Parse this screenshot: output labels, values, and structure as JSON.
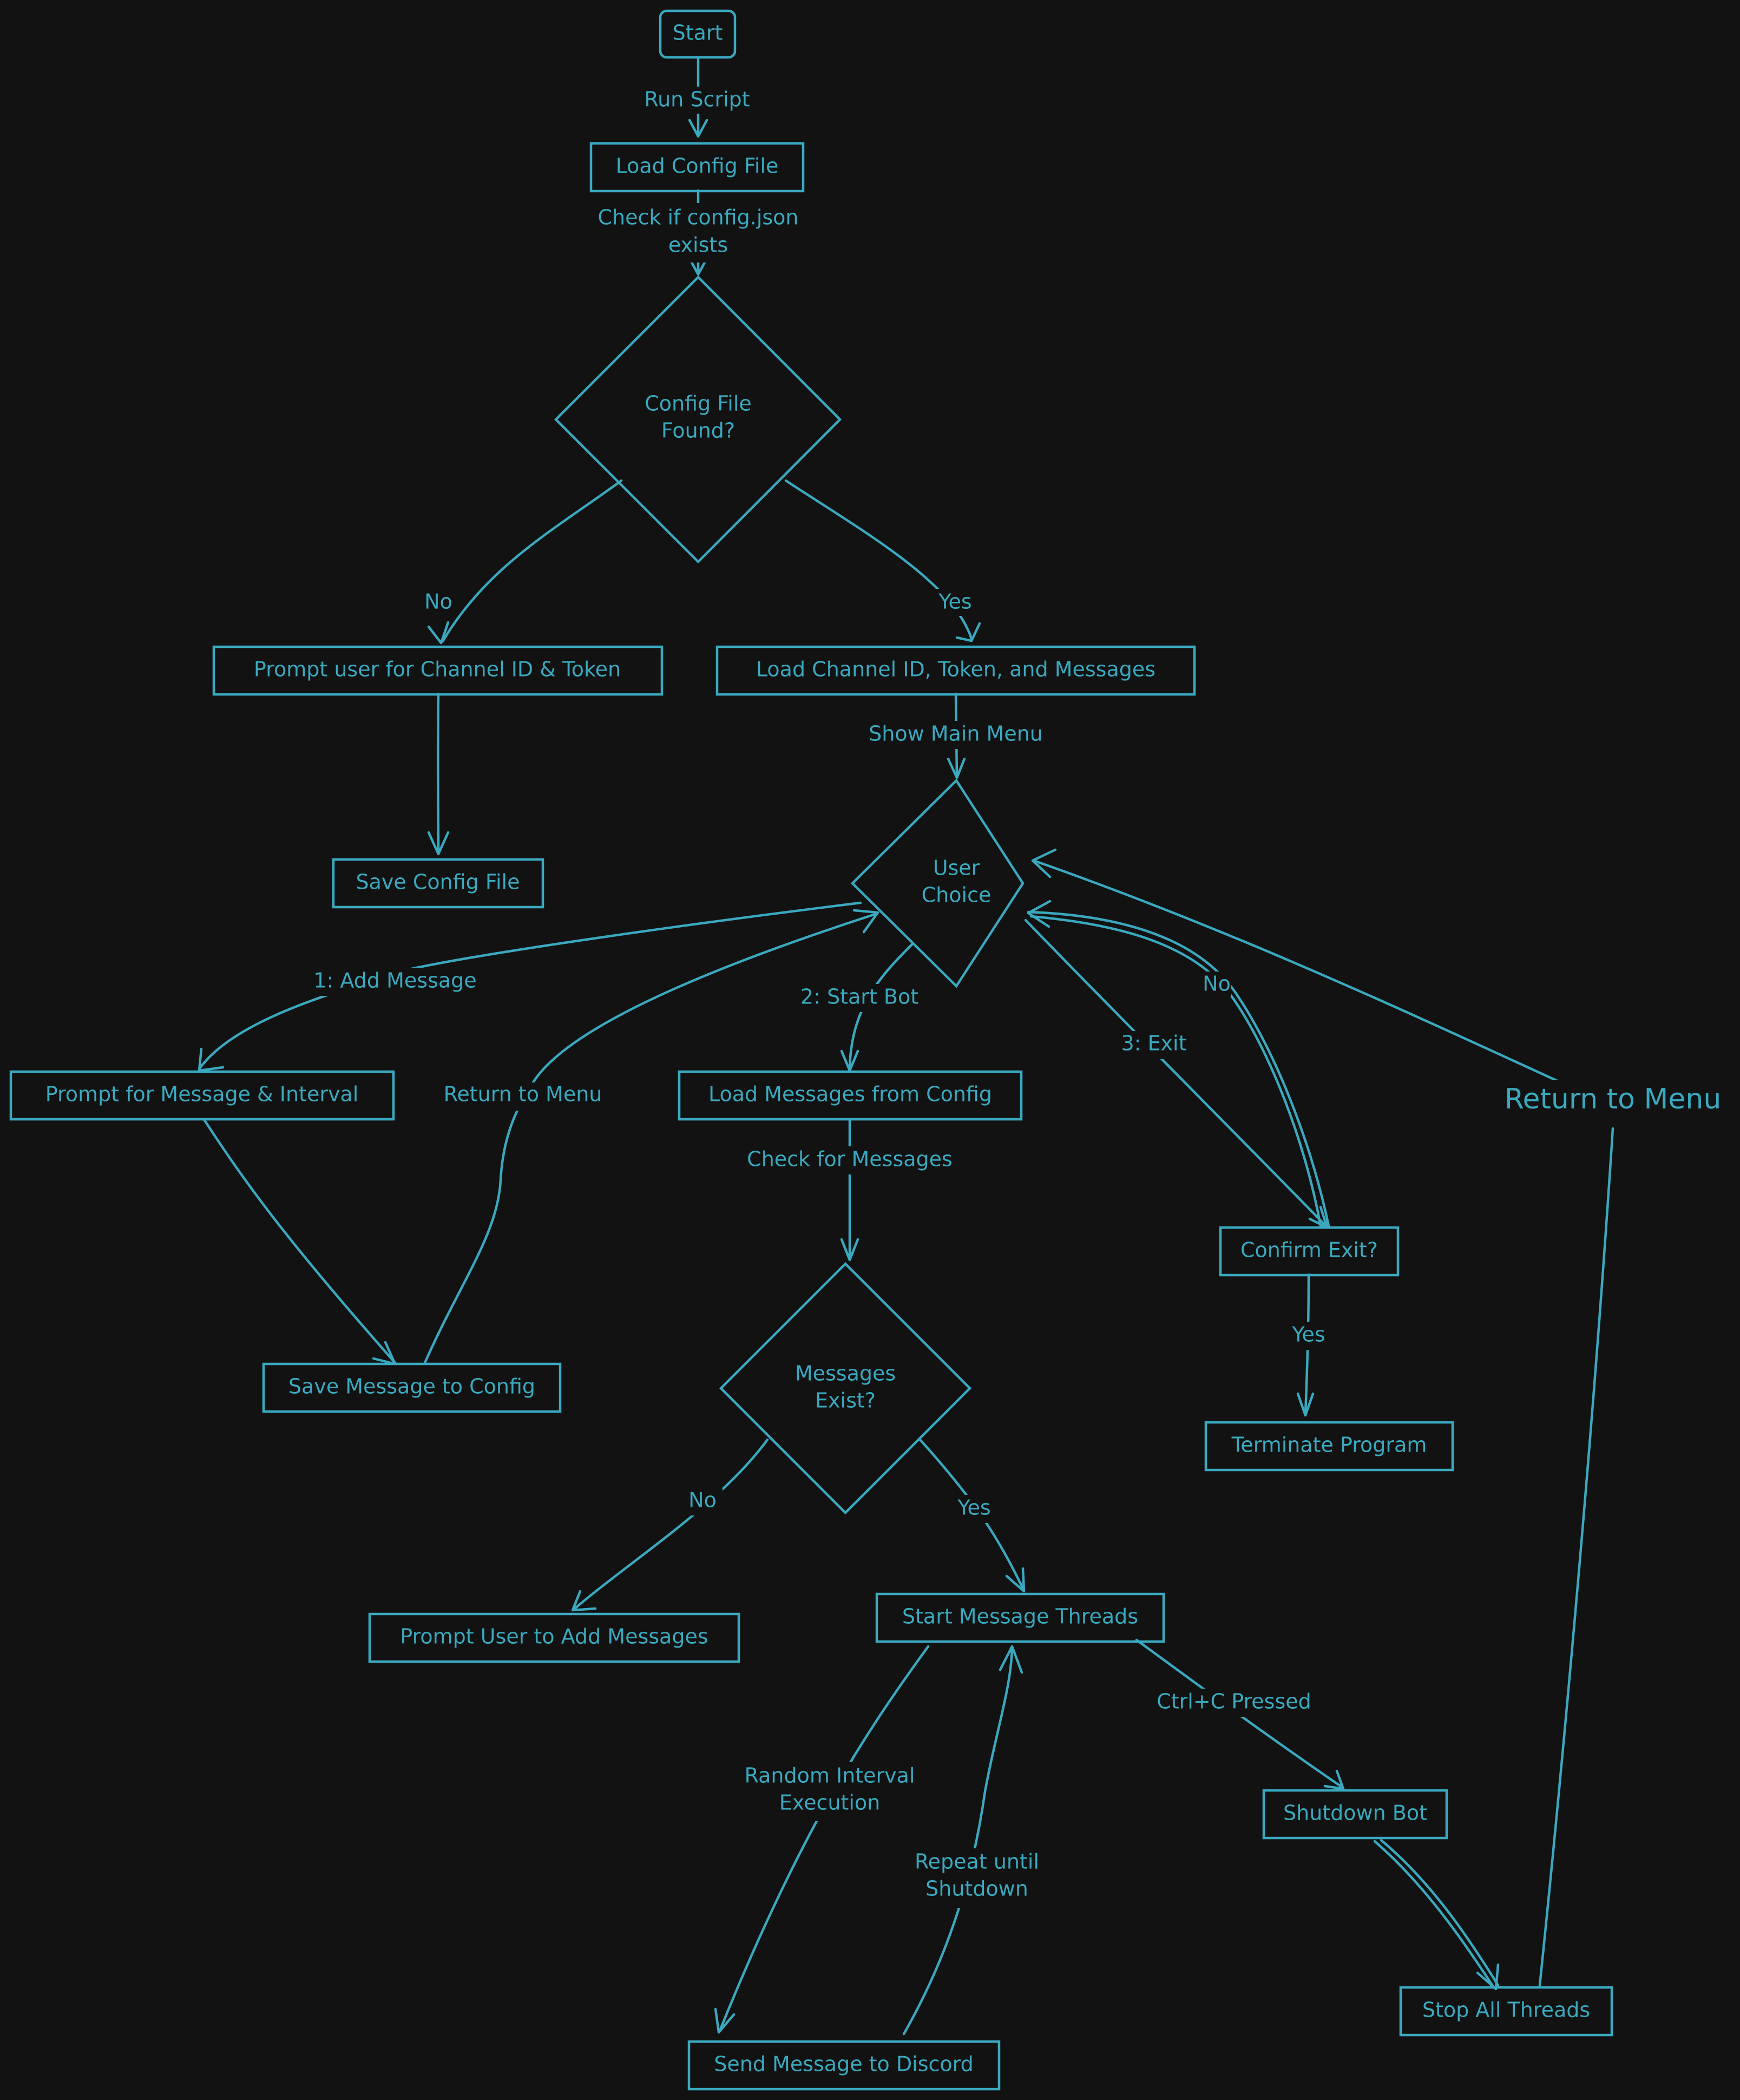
{
  "nodes": {
    "start": "Start",
    "load_config": "Load Config File",
    "config_found": [
      "Config File",
      "Found?"
    ],
    "prompt_channel": "Prompt user for Channel ID & Token",
    "load_channel": "Load Channel ID, Token, and Messages",
    "save_config": "Save Config File",
    "user_choice": [
      "User",
      "Choice"
    ],
    "prompt_message": "Prompt for Message & Interval",
    "load_messages": "Load Messages from Config",
    "confirm_exit": "Confirm Exit?",
    "save_message": "Save Message to Config",
    "messages_exist": [
      "Messages",
      "Exist?"
    ],
    "terminate": "Terminate Program",
    "prompt_add": "Prompt User to Add Messages",
    "start_threads": "Start Message Threads",
    "shutdown_bot": "Shutdown Bot",
    "stop_threads": "Stop All Threads",
    "send_discord": "Send Message to Discord"
  },
  "edges": {
    "run_script": "Run Script",
    "check_config": [
      "Check if config.json",
      "exists"
    ],
    "no_1": "No",
    "yes_1": "Yes",
    "show_menu": "Show Main Menu",
    "add_message": "1: Add Message",
    "return_menu_1": "Return to Menu",
    "start_bot": "2: Start Bot",
    "exit": "3: Exit",
    "no_exit": "No",
    "return_menu_2": "Return to Menu",
    "check_messages": "Check for Messages",
    "yes_exit": "Yes",
    "no_messages": "No",
    "yes_messages": "Yes",
    "ctrl_c": "Ctrl+C Pressed",
    "random_interval": [
      "Random Interval",
      "Execution"
    ],
    "repeat_until": [
      "Repeat until",
      "Shutdown"
    ]
  }
}
